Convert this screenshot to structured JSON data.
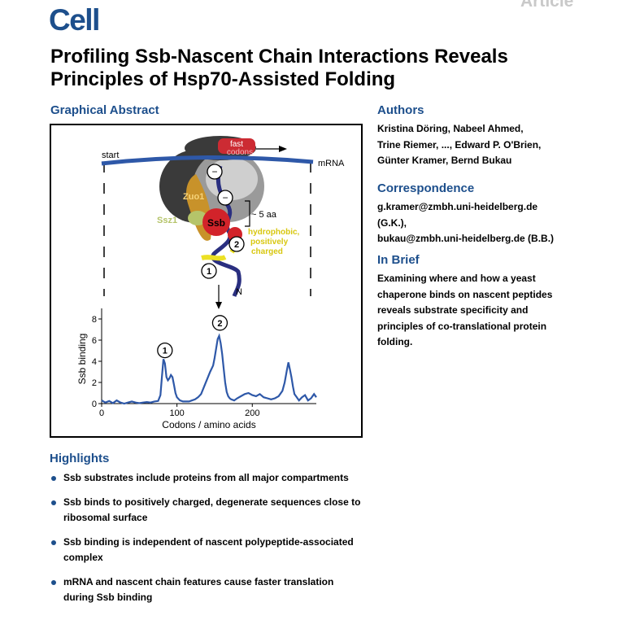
{
  "journal": "Cell",
  "article_tag": "Article",
  "title": "Profiling Ssb-Nascent Chain Interactions Reveals Principles of Hsp70-Assisted Folding",
  "graphical_abstract": {
    "heading": "Graphical Abstract",
    "labels": {
      "start": "start",
      "mrna": "mRNA",
      "fast_line1": "fast",
      "fast_line2": "codons",
      "zuo1": "Zuo1",
      "ssz1": "Ssz1",
      "ssb": "Ssb",
      "aa": "~ 5 aa",
      "hydro1": "hydrophobic,",
      "hydro2": "positively",
      "hydro3": "charged",
      "n": "N",
      "minus": "−",
      "marker1": "1",
      "marker2": "2"
    },
    "colors": {
      "mrna": "#2e58a8",
      "ssb": "#d2232a",
      "zuo1": "#c8922a",
      "ssz1": "#b5c46a",
      "yellow": "#ece024",
      "chain": "#2a2f80"
    }
  },
  "chart_data": {
    "type": "line",
    "xlabel": "Codons / amino acids",
    "ylabel": "Ssb binding",
    "xlim": [
      0,
      285
    ],
    "ylim": [
      0,
      9
    ],
    "xticks": [
      "0",
      "100",
      "200"
    ],
    "yticks": [
      "0",
      "2",
      "4",
      "6",
      "8"
    ],
    "annotations": [
      {
        "label": "1",
        "x": 84
      },
      {
        "label": "2",
        "x": 157
      }
    ],
    "series": [
      {
        "color": "#2e58a8",
        "x": [
          0,
          5,
          10,
          15,
          20,
          25,
          30,
          35,
          40,
          45,
          50,
          55,
          60,
          65,
          70,
          75,
          78,
          80,
          82,
          84,
          86,
          88,
          90,
          92,
          94,
          96,
          98,
          100,
          104,
          108,
          112,
          116,
          120,
          124,
          128,
          132,
          136,
          140,
          144,
          148,
          150,
          152,
          154,
          156,
          158,
          160,
          162,
          164,
          166,
          168,
          170,
          172,
          176,
          180,
          185,
          190,
          195,
          200,
          205,
          210,
          215,
          220,
          225,
          230,
          235,
          240,
          243,
          246,
          248,
          250,
          252,
          254,
          256,
          258,
          262,
          266,
          270,
          274,
          278,
          282,
          285
        ],
        "y": [
          0.3,
          0.1,
          0.25,
          0.05,
          0.3,
          0.1,
          0.0,
          0.1,
          0.2,
          0.1,
          0.05,
          0.1,
          0.15,
          0.1,
          0.2,
          0.25,
          0.8,
          2.5,
          4.2,
          3.8,
          2.5,
          2.2,
          2.4,
          2.7,
          2.5,
          1.8,
          1.0,
          0.6,
          0.3,
          0.2,
          0.2,
          0.2,
          0.3,
          0.4,
          0.6,
          0.9,
          1.6,
          2.3,
          3.0,
          3.6,
          4.3,
          5.2,
          6.1,
          6.4,
          5.7,
          4.7,
          3.3,
          2.0,
          1.1,
          0.7,
          0.5,
          0.4,
          0.3,
          0.5,
          0.7,
          0.9,
          1.0,
          0.8,
          0.7,
          0.9,
          0.6,
          0.5,
          0.4,
          0.5,
          0.7,
          1.2,
          2.0,
          3.2,
          3.9,
          3.2,
          2.5,
          1.6,
          0.9,
          0.7,
          0.3,
          0.6,
          0.8,
          0.3,
          0.5,
          0.9,
          0.6
        ]
      }
    ]
  },
  "authors": {
    "heading": "Authors",
    "lines": [
      "Kristina Döring, Nabeel Ahmed,",
      "Trine Riemer, ..., Edward P. O'Brien,",
      "Günter Kramer, Bernd Bukau"
    ]
  },
  "correspondence": {
    "heading": "Correspondence",
    "lines": [
      "g.kramer@zmbh.uni-heidelberg.de",
      "(G.K.),",
      "bukau@zmbh.uni-heidelberg.de (B.B.)"
    ]
  },
  "in_brief": {
    "heading": "In Brief",
    "lines": [
      "Examining where and how a yeast",
      "chaperone binds on nascent peptides",
      "reveals substrate specificity and",
      "principles of co-translational protein",
      "folding."
    ]
  },
  "highlights": {
    "heading": "Highlights",
    "items": [
      "Ssb substrates include proteins from all major compartments",
      "Ssb binds to positively charged, degenerate sequences close to ribosomal surface",
      "Ssb binding is independent of nascent polypeptide-associated complex",
      "mRNA and nascent chain features cause faster translation during Ssb binding"
    ]
  }
}
